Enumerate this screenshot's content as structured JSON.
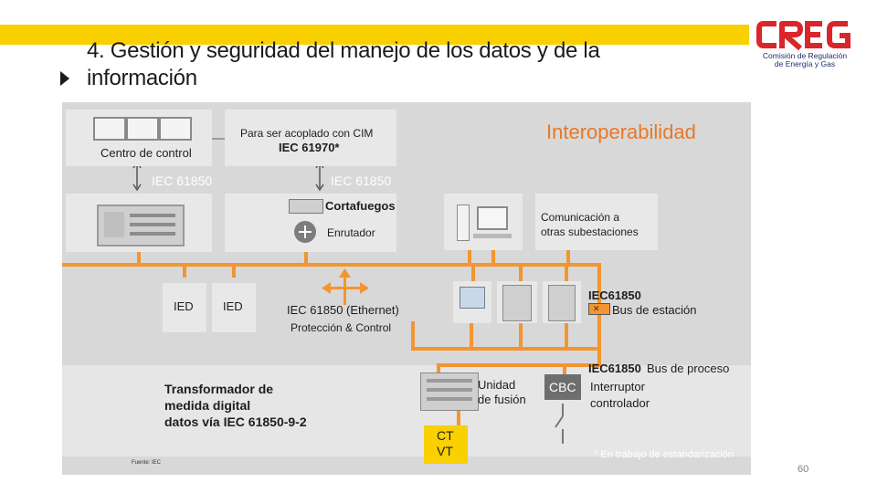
{
  "slide": {
    "title_line1": "4. Gestión y seguridad del manejo de los datos y de la",
    "title_line2": "información",
    "page_number": "60"
  },
  "logo": {
    "text": "CREG",
    "subtitle_line1": "Comisión de Regulación",
    "subtitle_line2": "de Energía y Gas"
  },
  "diagram": {
    "heading": "Interoperabilidad",
    "control_center": "Centro de control",
    "cim_line1": "Para ser acoplado con CIM",
    "cim_line2": "IEC 61970*",
    "iec_left": "IEC 61850",
    "iec_right": "IEC 61850",
    "firewall": "Cortafuegos",
    "router": "Enrutador",
    "comm_line1": "Comunicación a",
    "comm_line2": "otras subestaciones",
    "ied1": "IED",
    "ied2": "IED",
    "ethernet_line1": "IEC 61850 (Ethernet)",
    "ethernet_line2": "Protección & Control",
    "station_std": "IEC61850",
    "station_bus": "Bus de estación",
    "process_std": "IEC61850",
    "process_bus": "Bus de proceso",
    "transformer_line1": "Transformador de",
    "transformer_line2": "medida digital",
    "transformer_line3": "datos vía IEC 61850-9-2",
    "merging_line1": "Unidad",
    "merging_line2": "de fusión",
    "cbc": "CBC",
    "breaker_line1": "Interruptor",
    "breaker_line2": "controlador",
    "ct": "CT",
    "vt": "VT",
    "source": "Fuente: IEC",
    "footnote": "* En trabajo de estandarización"
  },
  "colors": {
    "accent_yellow": "#f9d000",
    "bus_orange": "#f39530",
    "heading_orange": "#e8782a",
    "creg_red": "#d9262b",
    "creg_blue": "#1f2d6e",
    "panel_gray": "#d8d8d8"
  }
}
